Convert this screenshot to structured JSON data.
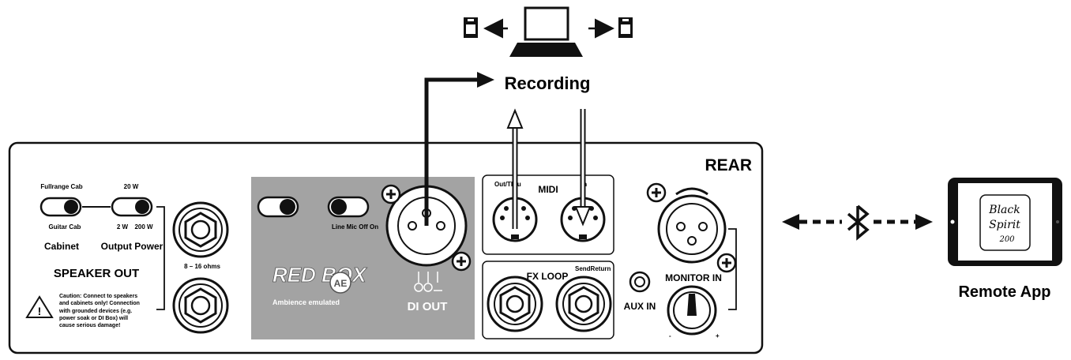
{
  "recording": {
    "label": "Recording"
  },
  "remote": {
    "label": "Remote App",
    "logo_line1": "Black",
    "logo_line2": "Spirit",
    "logo_line3": "200"
  },
  "panel": {
    "title": "REAR",
    "cabinet_switch": {
      "top_label": "Fullrange Cab",
      "bottom_label": "Guitar Cab",
      "name": "Cabinet"
    },
    "power_switch": {
      "top_label": "20 W",
      "bottom_left": "2 W",
      "bottom_right": "200 W",
      "name": "Output Power"
    },
    "speaker_out": {
      "label": "SPEAKER OUT",
      "impedance": "8 – 16 ohms",
      "caution": [
        "Caution: Connect to speakers",
        "and cabinets only! Connection",
        "with grounded devices (e.g.",
        "power soak or DI Box) will",
        "cause serious damage!"
      ]
    },
    "redbox": {
      "logo": "RED BOX",
      "badge": "AE",
      "subtitle": "Ambience emulated",
      "switch2_labels": "Line  Mic  Off  On",
      "di_label": "DI OUT"
    },
    "midi": {
      "label": "MIDI",
      "out_label": "Out/Thru",
      "in_label": "In"
    },
    "fx_loop": {
      "label": "FX LOOP",
      "send_return": "SendReturn"
    },
    "aux_in": {
      "label": "AUX IN"
    },
    "monitor_in": {
      "label": "MONITOR IN",
      "minus": "-",
      "plus": "+"
    }
  },
  "colors": {
    "panel_gray": "#a3a3a3",
    "line": "#111111"
  }
}
